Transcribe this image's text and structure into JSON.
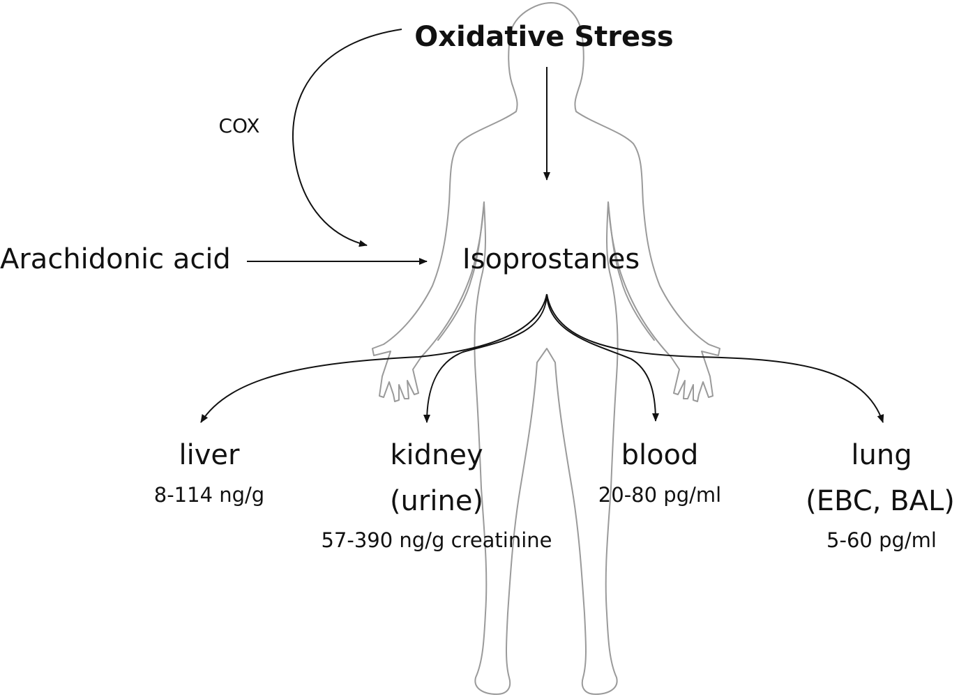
{
  "title": "Oxidative Stress",
  "pathway": {
    "enzyme": "COX",
    "substrate": "Arachidonic acid",
    "product": "Isoprostanes"
  },
  "compartments": [
    {
      "name": "liver",
      "sub": "",
      "range": "8-114 ng/g"
    },
    {
      "name": "kidney",
      "sub": "(urine)",
      "range": "57-390 ng/g creatinine"
    },
    {
      "name": "blood",
      "sub": "",
      "range": "20-80 pg/ml"
    },
    {
      "name": "lung",
      "sub": "(EBC, BAL)",
      "range": "5-60 pg/ml"
    }
  ],
  "colors": {
    "text": "#111111",
    "arrows": "#111111",
    "body_outline": "#9a9a9a"
  }
}
